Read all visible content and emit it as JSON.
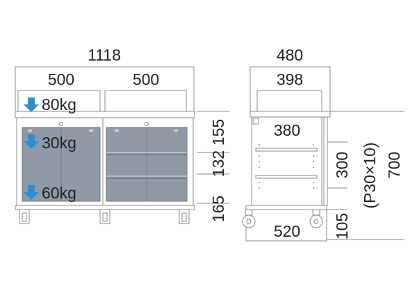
{
  "front_view": {
    "overall_width": "1118",
    "left_section_width": "500",
    "right_section_width": "500",
    "top_shelf_load": "80kg",
    "middle_shelf_load": "30kg",
    "bottom_shelf_load": "60kg",
    "upper_height": "155",
    "middle_height": "132",
    "lower_height": "165"
  },
  "side_view": {
    "overall_depth": "480",
    "top_inner_depth": "398",
    "shelf_depth": "380",
    "base_depth": "520",
    "shelf_height": "300",
    "caster_height": "105",
    "total_height": "700",
    "pitch": "(P30×10)"
  },
  "colors": {
    "line": "#8a8a8a",
    "glass": "#8f9aa6",
    "arrow": "#2a8fd6"
  }
}
